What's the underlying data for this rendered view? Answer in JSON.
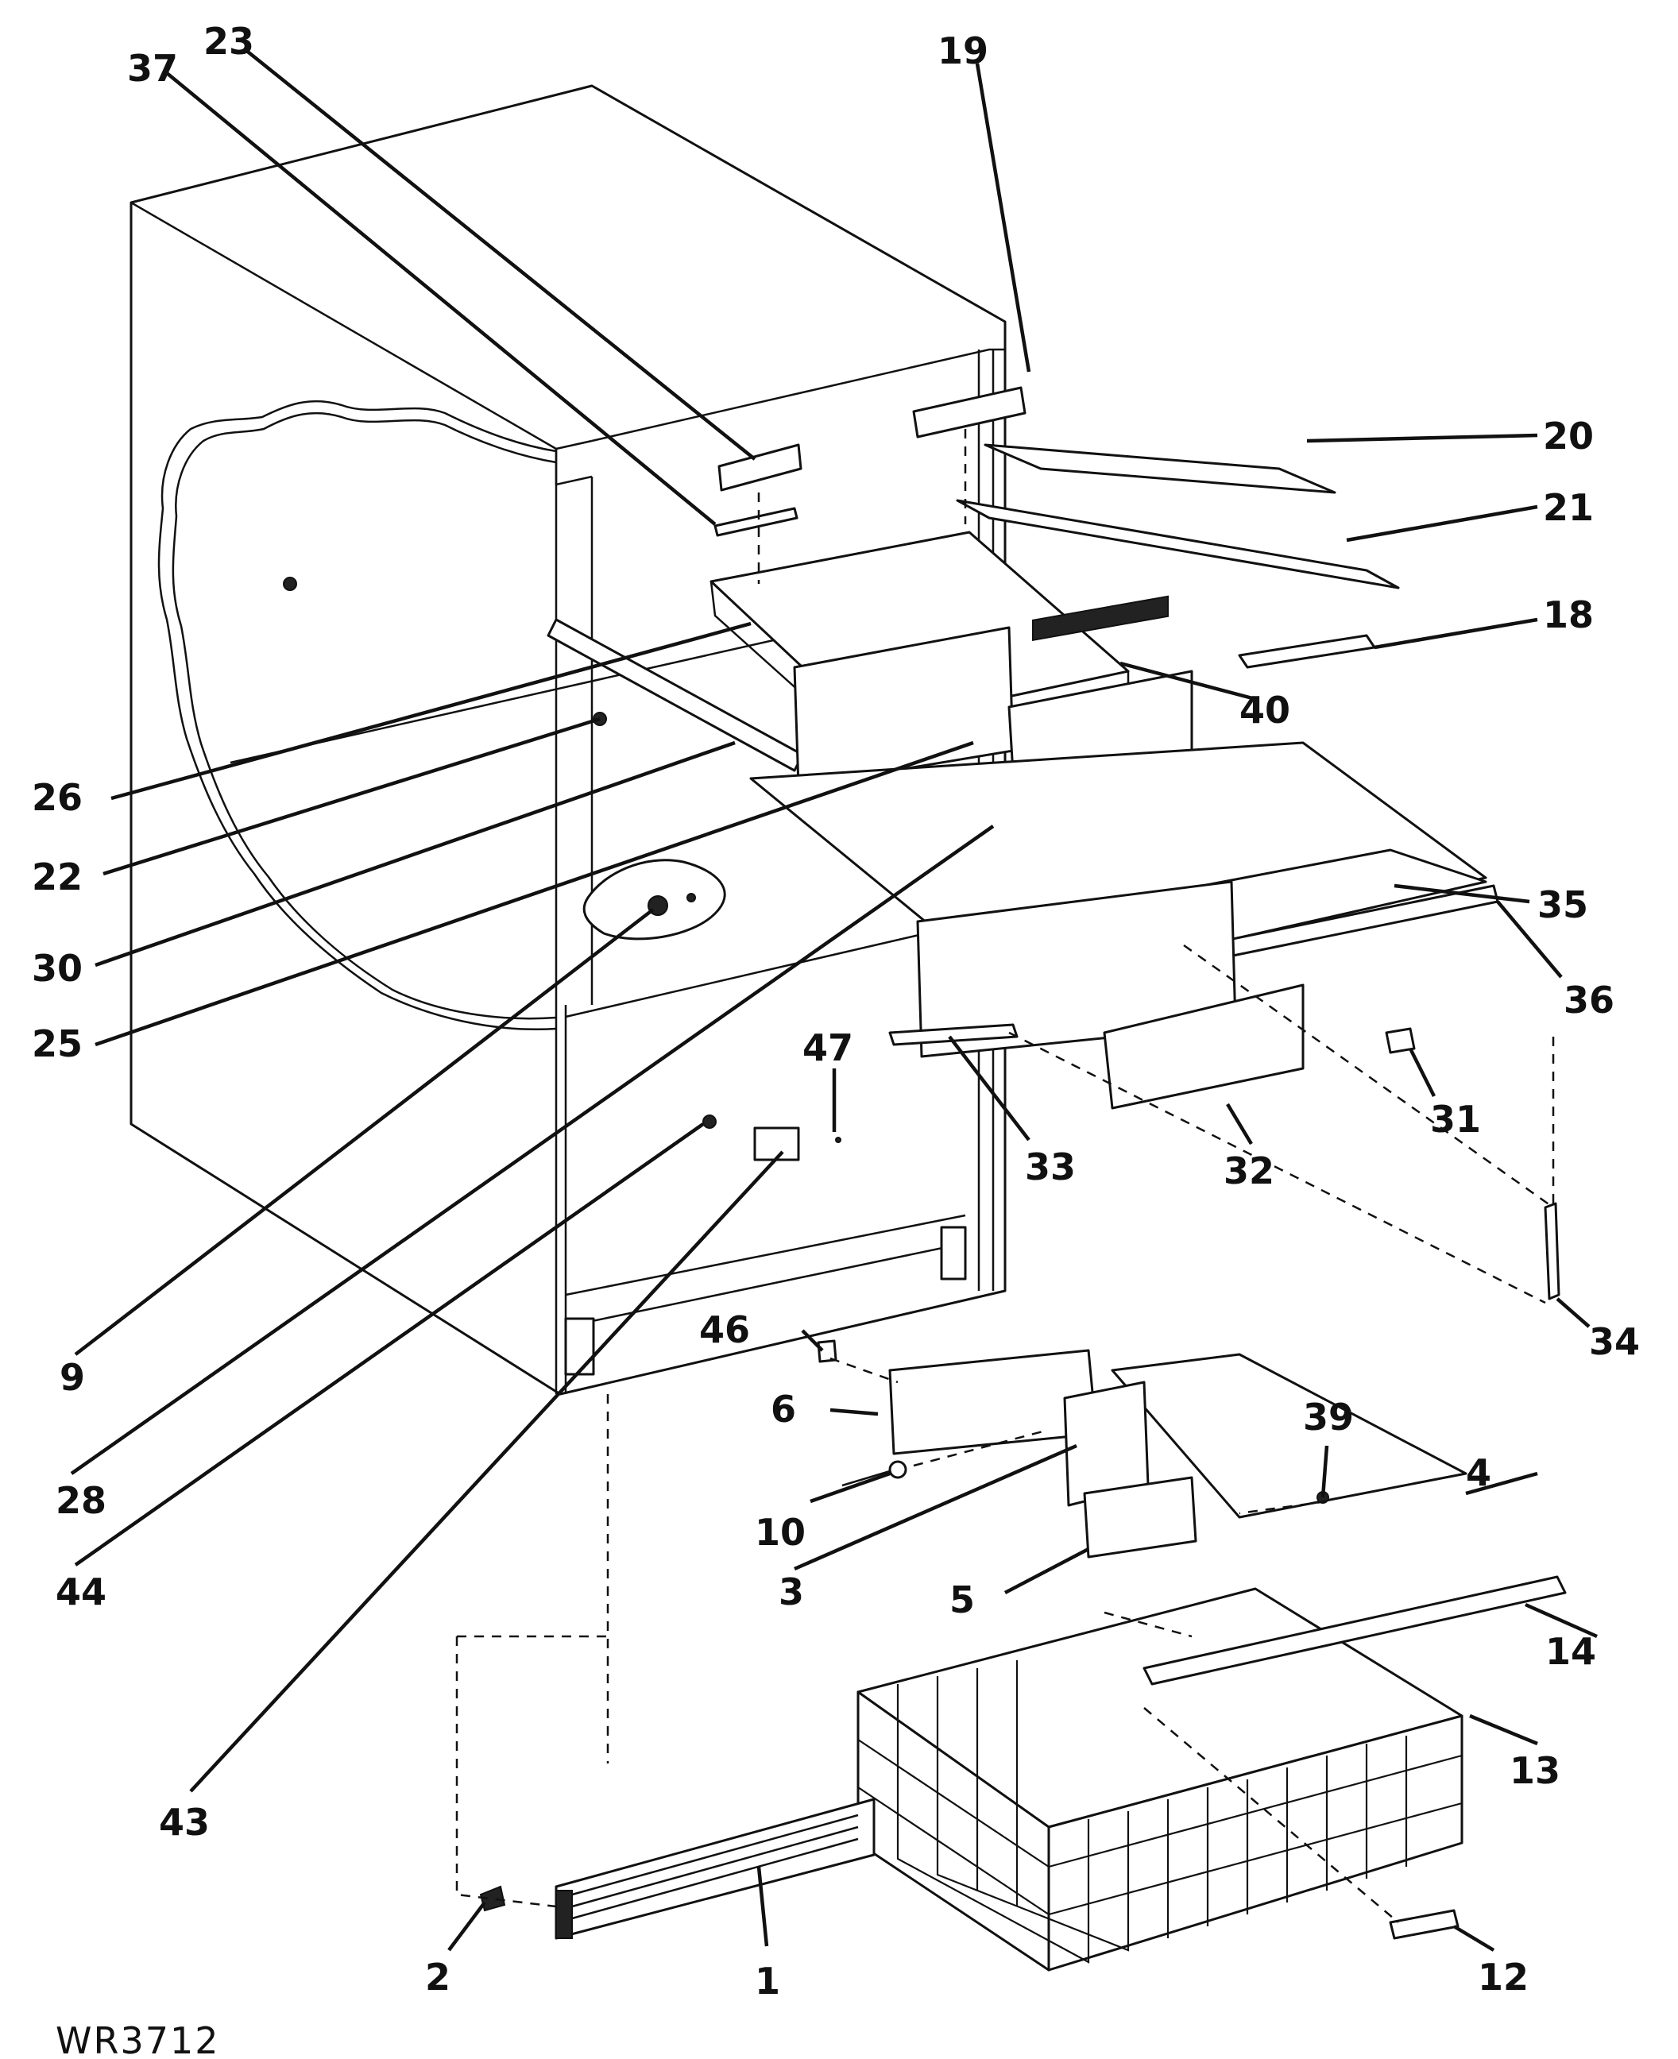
{
  "diagram_code": "WR3712",
  "callouts": {
    "c1": "1",
    "c2": "2",
    "c3": "3",
    "c4": "4",
    "c5": "5",
    "c6": "6",
    "c9": "9",
    "c10": "10",
    "c12": "12",
    "c13": "13",
    "c14": "14",
    "c18": "18",
    "c19": "19",
    "c20": "20",
    "c21": "21",
    "c22": "22",
    "c23": "23",
    "c25": "25",
    "c26": "26",
    "c28": "28",
    "c30": "30",
    "c31": "31",
    "c32": "32",
    "c33": "33",
    "c34": "34",
    "c35": "35",
    "c36": "36",
    "c37": "37",
    "c39": "39",
    "c40": "40",
    "c43": "43",
    "c44": "44",
    "c46": "46",
    "c47": "47"
  }
}
